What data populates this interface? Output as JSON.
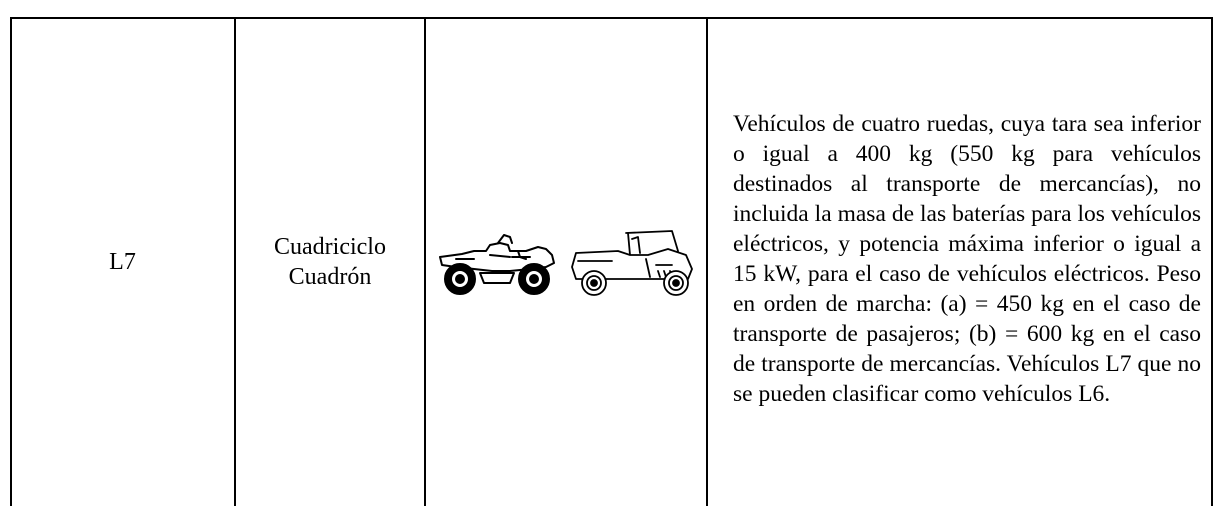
{
  "table_row": {
    "category": "L7",
    "names": [
      "Cuadriciclo",
      "Cuadrón"
    ],
    "image_icons": [
      "atv-quad-icon",
      "utility-vehicle-icon"
    ],
    "description": "Vehículos de cuatro ruedas, cuya tara sea inferior o igual a 400 kg (550 kg para vehículos destinados al transporte de mercancías), no incluida la masa de las baterías para los vehículos eléctricos, y potencia máxima inferior o igual a 15 kW, para el caso de vehículos eléctricos. Peso en orden de marcha: (a) = 450 kg en el caso de transporte de pasajeros; (b) = 600 kg en el caso de transporte de mercancías. Vehículos L7 que no se pueden clasificar como vehículos L6."
  }
}
